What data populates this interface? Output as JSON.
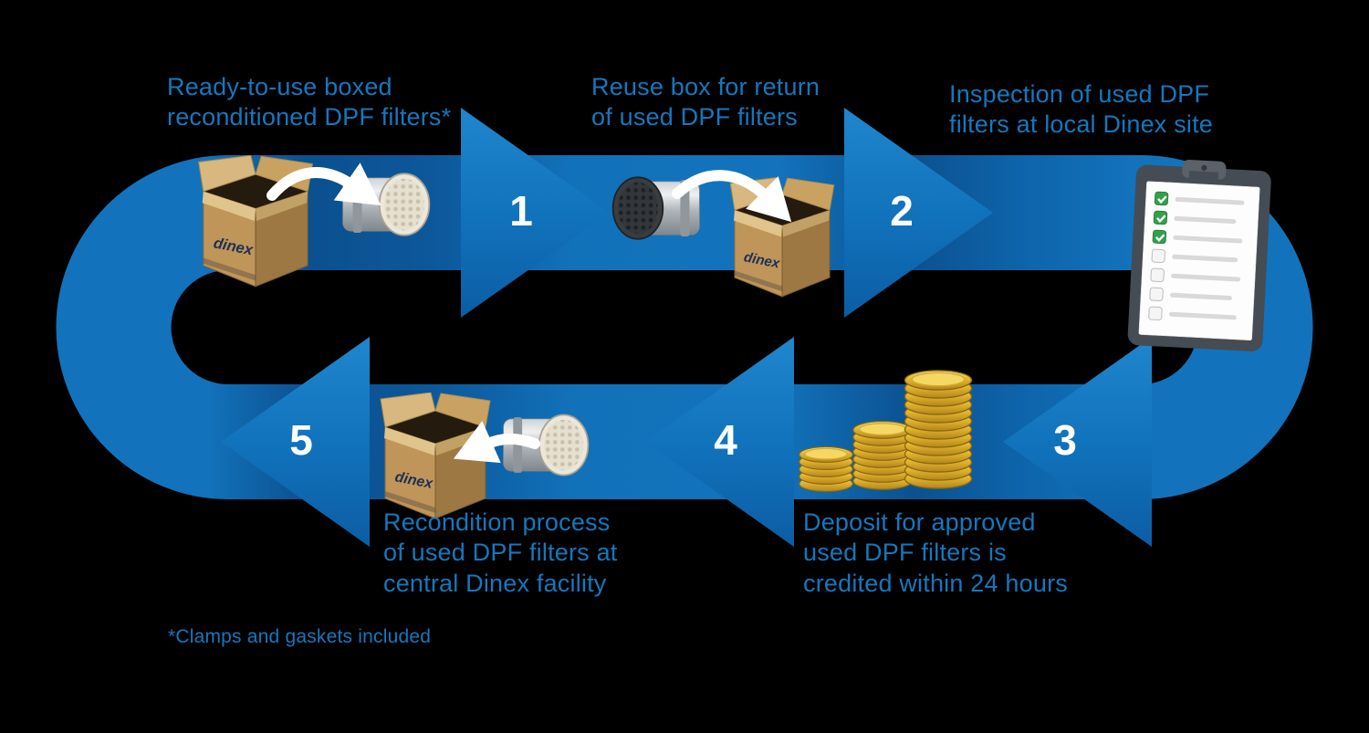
{
  "palette": {
    "background": "#000000",
    "band_blue": "#1273bc",
    "arrow_blue": "#1173bc",
    "text_blue": "#1478be",
    "number_color": "#ffffff",
    "coin_gold": "#e7ba32",
    "box_tan": "#c09559",
    "check_green": "#33a04a"
  },
  "box_logo": "dinex",
  "footnote": "*Clamps and gaskets included",
  "steps": [
    {
      "number": "1",
      "caption": "Ready-to-use boxed\nreconditioned DPF filters*",
      "icon": "cardboard-box-and-reconditioned-filter"
    },
    {
      "number": "2",
      "caption": "Reuse box for return\nof used DPF filters",
      "icon": "used-filter-into-box"
    },
    {
      "number": "3",
      "caption": "Inspection of used DPF\nfilters at local Dinex site",
      "icon": "clipboard-checklist"
    },
    {
      "number": "4",
      "caption": "Deposit for approved\nused DPF filters is\ncredited within 24 hours",
      "icon": "coin-stacks"
    },
    {
      "number": "5",
      "caption": "Recondition process\nof used DPF filters at\ncentral Dinex facility",
      "icon": "filter-into-box"
    }
  ]
}
